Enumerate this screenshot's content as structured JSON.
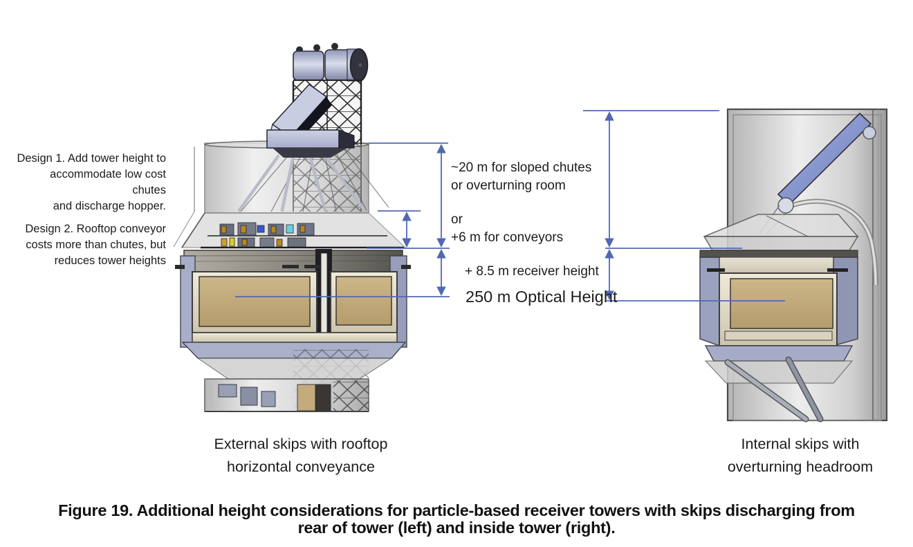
{
  "figure": {
    "caption_line1": "Figure 19. Additional height considerations for particle-based receiver towers with skips discharging from",
    "caption_line2": "rear of tower (left) and inside tower (right)."
  },
  "left_diagram": {
    "design_note_1_lines": [
      "Design 1. Add tower height to",
      "accommodate low cost chutes",
      "and discharge hopper."
    ],
    "design_note_2_lines": [
      "Design 2. Rooftop conveyor",
      "costs more than chutes, but",
      "reduces tower heights"
    ],
    "label_line1": "External skips with rooftop",
    "label_line2": "horizontal conveyance"
  },
  "right_diagram": {
    "label_line1": "Internal skips with",
    "label_line2": "overturning headroom"
  },
  "dimensions": {
    "sloped_line1": "~20 m for sloped chutes",
    "sloped_line2": "or overturning room",
    "or_label": "or",
    "conveyor_label": "+6 m for conveyors",
    "receiver_label": "+ 8.5 m receiver height",
    "optical_label": "250 m Optical Height"
  },
  "colors": {
    "dimension_blue": "#5268b4",
    "text": "#1c1c1c",
    "receiver_aperture_tan": "#c3ab7c",
    "skip_beam_blue": "#8b9bd4",
    "tower_gray": "#d4d4d4"
  }
}
